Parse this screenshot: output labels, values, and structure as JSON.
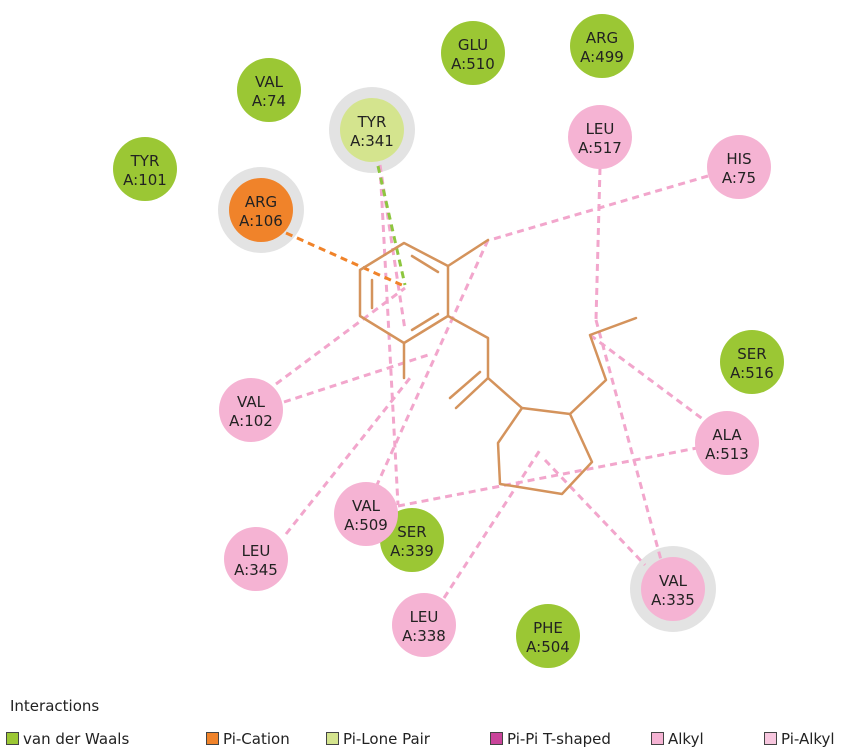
{
  "colors": {
    "van_der_waals": "#9bc734",
    "pi_cation": "#f0832a",
    "pi_lone_pair": "#d4e48e",
    "pi_pi_t_shaped": "#c9449a",
    "alkyl": "#f5b3d3",
    "pi_alkyl": "#f7c6de",
    "ligand": "#d4935c",
    "halo": "#e3e3e3"
  },
  "residues": [
    {
      "id": "glu510",
      "name": "GLU",
      "num": "A:510",
      "type": "van_der_waals"
    },
    {
      "id": "arg499",
      "name": "ARG",
      "num": "A:499",
      "type": "van_der_waals"
    },
    {
      "id": "val74",
      "name": "VAL",
      "num": "A:74",
      "type": "van_der_waals"
    },
    {
      "id": "tyr341",
      "name": "TYR",
      "num": "A:341",
      "type": "pi_lone_pair",
      "halo": true
    },
    {
      "id": "leu517",
      "name": "LEU",
      "num": "A:517",
      "type": "alkyl"
    },
    {
      "id": "his75",
      "name": "HIS",
      "num": "A:75",
      "type": "alkyl"
    },
    {
      "id": "tyr101",
      "name": "TYR",
      "num": "A:101",
      "type": "van_der_waals"
    },
    {
      "id": "arg106",
      "name": "ARG",
      "num": "A:106",
      "type": "pi_cation",
      "halo": true
    },
    {
      "id": "ser516",
      "name": "SER",
      "num": "A:516",
      "type": "van_der_waals"
    },
    {
      "id": "val102",
      "name": "VAL",
      "num": "A:102",
      "type": "alkyl"
    },
    {
      "id": "ala513",
      "name": "ALA",
      "num": "A:513",
      "type": "alkyl"
    },
    {
      "id": "ser339",
      "name": "SER",
      "num": "A:339",
      "type": "van_der_waals"
    },
    {
      "id": "val509",
      "name": "VAL",
      "num": "A:509",
      "type": "alkyl"
    },
    {
      "id": "leu345",
      "name": "LEU",
      "num": "A:345",
      "type": "alkyl"
    },
    {
      "id": "val335",
      "name": "VAL",
      "num": "A:335",
      "type": "alkyl",
      "halo": true
    },
    {
      "id": "leu338",
      "name": "LEU",
      "num": "A:338",
      "type": "alkyl"
    },
    {
      "id": "phe504",
      "name": "PHE",
      "num": "A:504",
      "type": "van_der_waals"
    }
  ],
  "legend": {
    "title": "Interactions",
    "items": [
      {
        "key": "van_der_waals",
        "label": "van der Waals"
      },
      {
        "key": "pi_cation",
        "label": "Pi-Cation"
      },
      {
        "key": "pi_lone_pair",
        "label": "Pi-Lone Pair"
      },
      {
        "key": "pi_pi_t_shaped",
        "label": "Pi-Pi T-shaped"
      },
      {
        "key": "alkyl",
        "label": "Alkyl"
      },
      {
        "key": "pi_alkyl",
        "label": "Pi-Alkyl"
      }
    ]
  }
}
